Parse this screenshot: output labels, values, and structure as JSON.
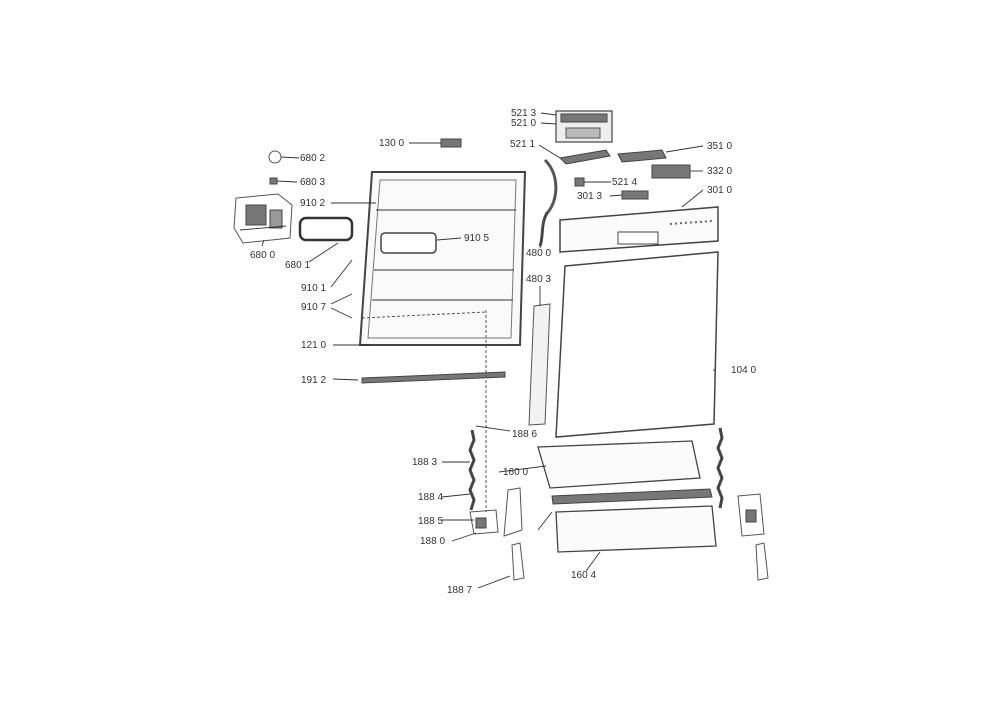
{
  "diagram": {
    "labels": {
      "l5213": "521 3",
      "l5210": "521 0",
      "l1300": "130 0",
      "l5211": "521 1",
      "l3510": "351 0",
      "l6802": "680 2",
      "l3320": "332 0",
      "l5214": "521 4",
      "l6803": "680 3",
      "l3010": "301 0",
      "l3013": "301 3",
      "l9102": "910 2",
      "l9105": "910 5",
      "l4800": "480 0",
      "l6800": "680 0",
      "l6801": "680 1",
      "l4803": "480 3",
      "l9101": "910 1",
      "l9107": "910 7",
      "l1210": "121 0",
      "l1040": "104 0",
      "l1912": "191 2",
      "l1886": "188 6",
      "l1883": "188 3",
      "l1600": "160 0",
      "l1884": "188 4",
      "l1885": "188 5",
      "l1880": "188 0",
      "l1604": "160 4",
      "l1887": "188 7"
    }
  }
}
